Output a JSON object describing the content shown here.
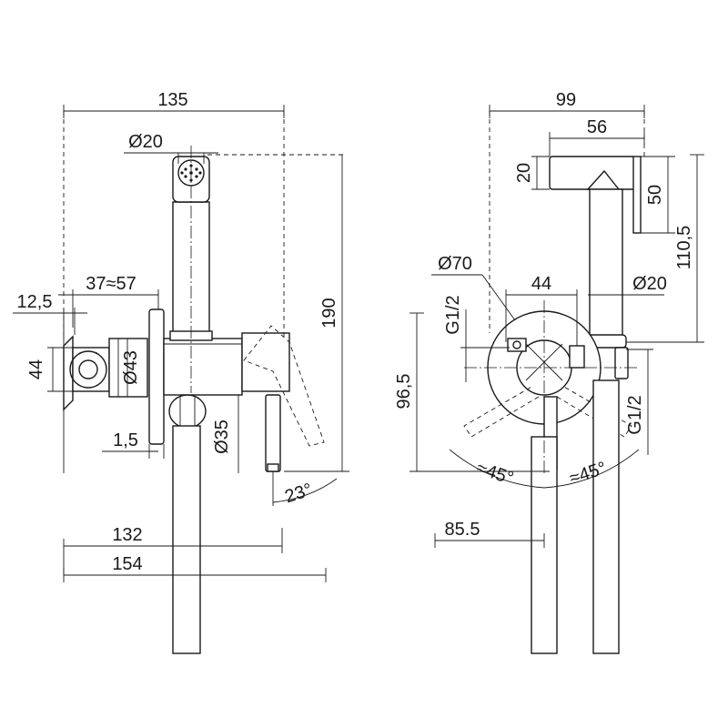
{
  "labels": {
    "side_135": "135",
    "side_d20": "Ø20",
    "side_37_57": "37≈57",
    "side_12_5": "12,5",
    "side_44": "44",
    "side_d43": "Ø43",
    "side_190": "190",
    "side_1_5": "1,5",
    "side_d35": "Ø35",
    "side_23deg": "23°",
    "side_132": "132",
    "side_154": "154",
    "front_99": "99",
    "front_56": "56",
    "front_20": "20",
    "front_50": "50",
    "front_110_5": "110,5",
    "front_d70": "Ø70",
    "front_44": "44",
    "front_d20": "Ø20",
    "front_g12_left": "G1/2",
    "front_96_5": "96,5",
    "front_g12_right": "G1/2",
    "front_45_left": "≈45°",
    "front_45_right": "≈45°",
    "front_85_5": "85.5"
  }
}
